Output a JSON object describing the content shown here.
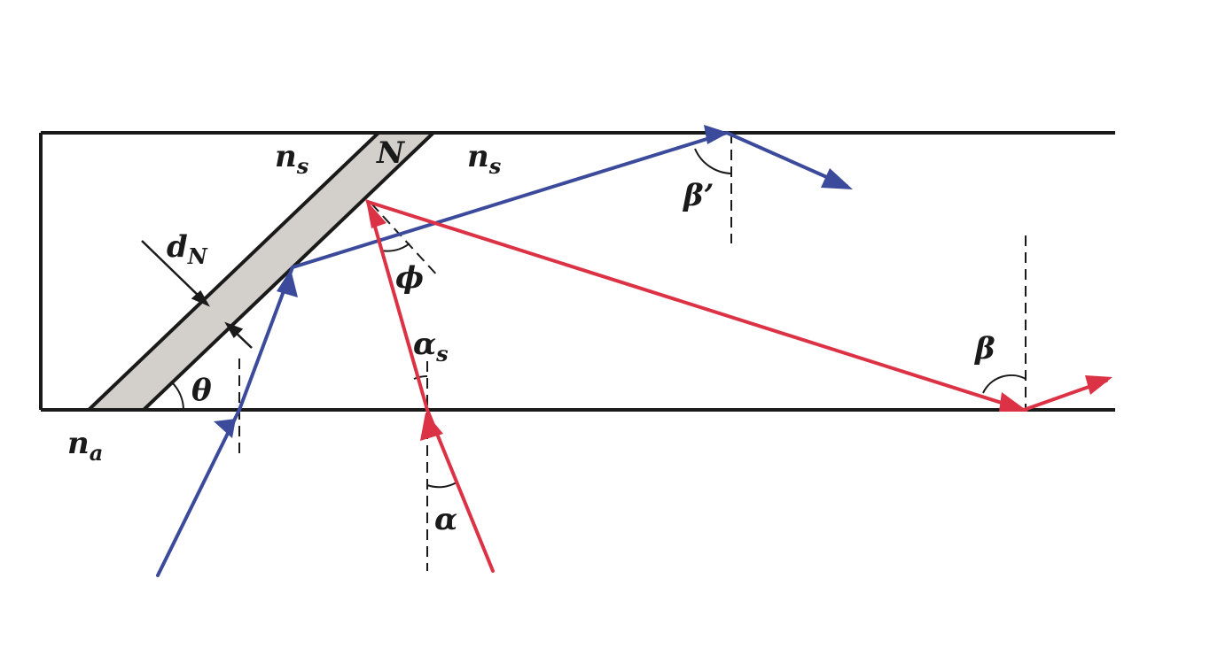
{
  "labels": {
    "n_s_left": "n",
    "n_s_left_sub": "s",
    "N": "N",
    "n_s_right": "n",
    "n_s_right_sub": "s",
    "n_a": "n",
    "n_a_sub": "a",
    "d_N": "d",
    "d_N_sub": "N",
    "theta": "θ",
    "phi": "ϕ",
    "alpha_s": "α",
    "alpha_s_sub": "s",
    "alpha": "α",
    "beta": "β",
    "beta_prime": "β’"
  },
  "colors": {
    "outline": "#1a1a1a",
    "layer_fill": "#d3d0cc",
    "blue_ray": "#3b4a9a",
    "red_ray": "#dc3245"
  }
}
